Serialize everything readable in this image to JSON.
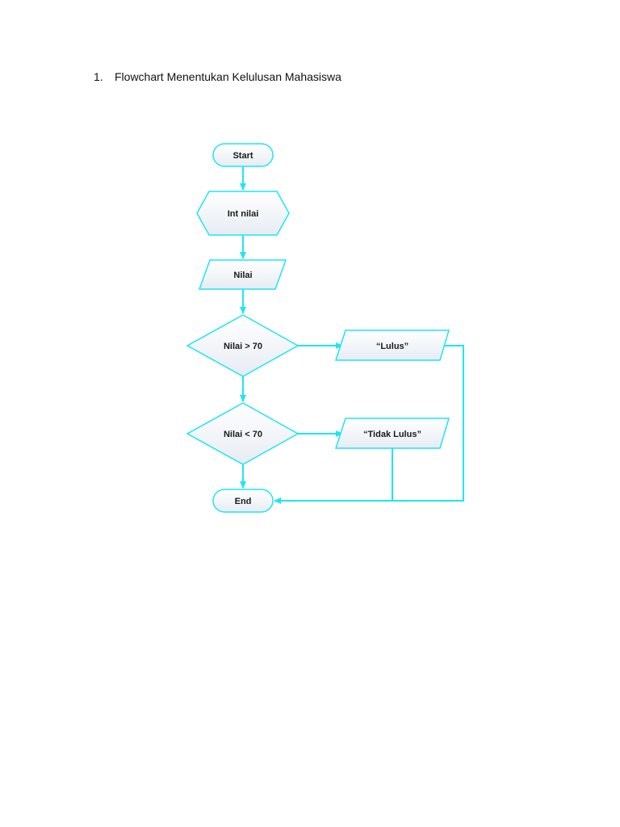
{
  "heading": {
    "number": "1.",
    "title": "Flowchart Menentukan Kelulusan Mahasiswa"
  },
  "colors": {
    "line": "#1fe5f2",
    "fill_top": "#ffffff",
    "fill_bottom": "#e7ecf3",
    "text": "#1a1a1a"
  },
  "flowchart": {
    "nodes": {
      "start": {
        "shape": "terminator",
        "label": "Start"
      },
      "declare": {
        "shape": "preparation",
        "label": "Int nilai"
      },
      "input": {
        "shape": "data",
        "label": "Nilai"
      },
      "decision1": {
        "shape": "decision",
        "label": "Nilai > 70"
      },
      "output1": {
        "shape": "data",
        "label": "“Lulus”"
      },
      "decision2": {
        "shape": "decision",
        "label": "Nilai < 70"
      },
      "output2": {
        "shape": "data",
        "label": "“Tidak Lulus”"
      },
      "end": {
        "shape": "terminator",
        "label": "End"
      }
    },
    "edges": [
      {
        "from": "start",
        "to": "declare"
      },
      {
        "from": "declare",
        "to": "input"
      },
      {
        "from": "input",
        "to": "decision1"
      },
      {
        "from": "decision1",
        "to": "output1"
      },
      {
        "from": "decision1",
        "to": "decision2"
      },
      {
        "from": "decision2",
        "to": "output2"
      },
      {
        "from": "decision2",
        "to": "end"
      },
      {
        "from": "output1",
        "to": "end"
      },
      {
        "from": "output2",
        "to": "end"
      }
    ]
  }
}
